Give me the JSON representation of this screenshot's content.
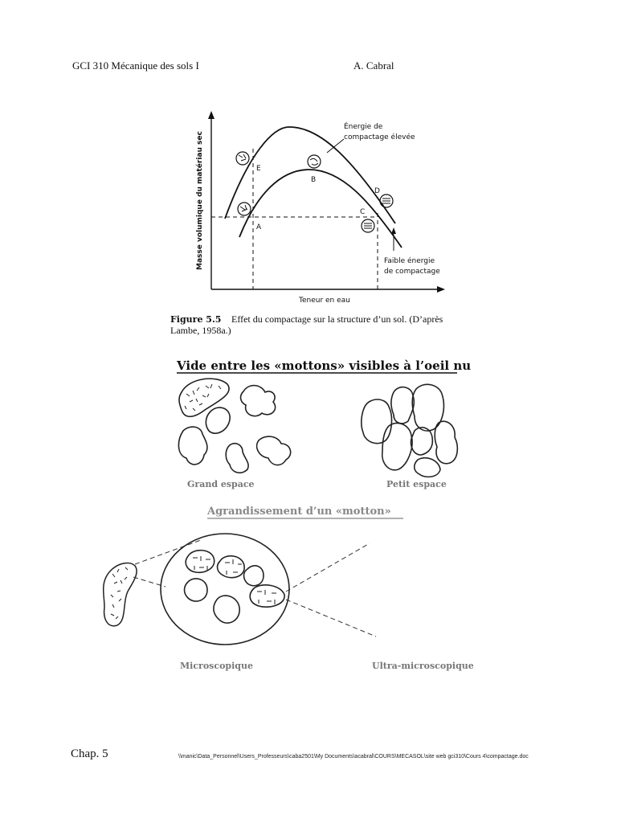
{
  "header": {
    "course": "GCI 310 Mécanique des sols I",
    "author": "A. Cabral"
  },
  "figure": {
    "y_axis_label": "Masse volumique du matériau sec",
    "x_axis_label": "Teneur en eau",
    "high_energy_label_1": "Énergie de",
    "high_energy_label_2": "compactage élevée",
    "low_energy_label_1": "Faible énergie",
    "low_energy_label_2": "de compactage",
    "points": {
      "A": "A",
      "B": "B",
      "C": "C",
      "D": "D",
      "E": "E"
    },
    "caption_number": "Figure 5.5",
    "caption_line1": "Effet du compactage sur la structure d’un sol. (D’après",
    "caption_line2": "Lambe, 1958a.)"
  },
  "section1": {
    "title": "Vide entre les «mottons» visibles à l’oeil nu",
    "left_label": "Grand espace",
    "right_label": "Petit espace"
  },
  "section2": {
    "title": "Agrandissement d’un «motton»",
    "left_label": "Microscopique",
    "right_label": "Ultra-microscopique"
  },
  "footer": {
    "chapter": "Chap. 5",
    "path": "\\\\manic\\Data_Personnel\\Users_Professeurs\\caba2501\\My Documents\\acabral\\COURS\\MECASOL\\site web gci310\\Cours 4\\compactage.doc"
  }
}
